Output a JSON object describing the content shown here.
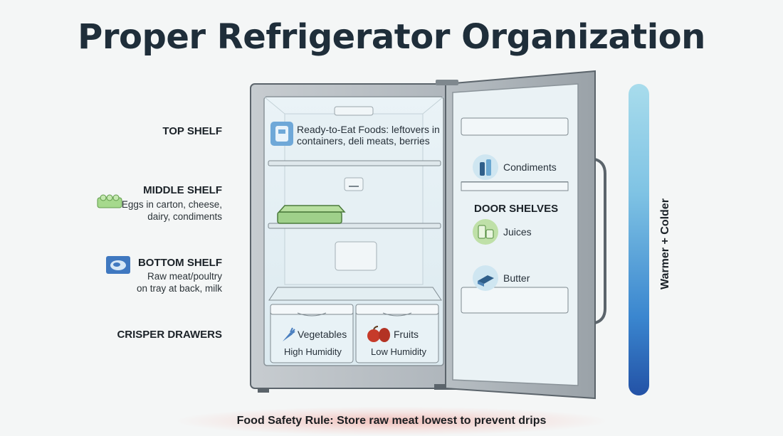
{
  "title": "Proper Refrigerator Organization",
  "zones": {
    "top_shelf": {
      "label": "TOP SHELF",
      "text": "Ready-to-Eat Foods: leftovers in containers, deli meats, berries",
      "text_line1": "Ready-to-Eat Foods: leftovers in",
      "text_line2": "containers, deli meats, berries"
    },
    "middle_shelf": {
      "label": "MIDDLE SHELF",
      "desc_line1": "Eggs in carton, cheese,",
      "desc_line2": "dairy, condiments"
    },
    "bottom_shelf": {
      "label": "BOTTOM SHELF",
      "desc_line1": "Raw meat/poultry",
      "desc_line2": "on tray at back, milk"
    },
    "crisper_drawers": {
      "label": "CRISPER DRAWERS",
      "left": {
        "title": "Vegetables",
        "sub": "High Humidity"
      },
      "right": {
        "title": "Fruits",
        "sub": "Low Humidity"
      }
    }
  },
  "door": {
    "label": "DOOR SHELVES",
    "items": [
      "Condiments",
      "Juices",
      "Butter"
    ]
  },
  "temperature": {
    "label": "Warmer + Colder"
  },
  "food_safety_rule": "Food Safety Rule: Store raw meat lowest to prevent drips",
  "icons": {
    "top": "container-icon",
    "middle": "egg-carton-icon",
    "bottom": "raw-meat-icon",
    "vegetables": "carrot-icon",
    "fruits": "fruit-icon",
    "condiments": "bottles-icon",
    "juices": "juice-icon",
    "butter": "butter-icon"
  },
  "colors": {
    "bar_top": "#a8dcec",
    "bar_bottom": "#2352a6",
    "rule_highlight": "#f0968c",
    "leftover_container": "#9fd08a"
  }
}
